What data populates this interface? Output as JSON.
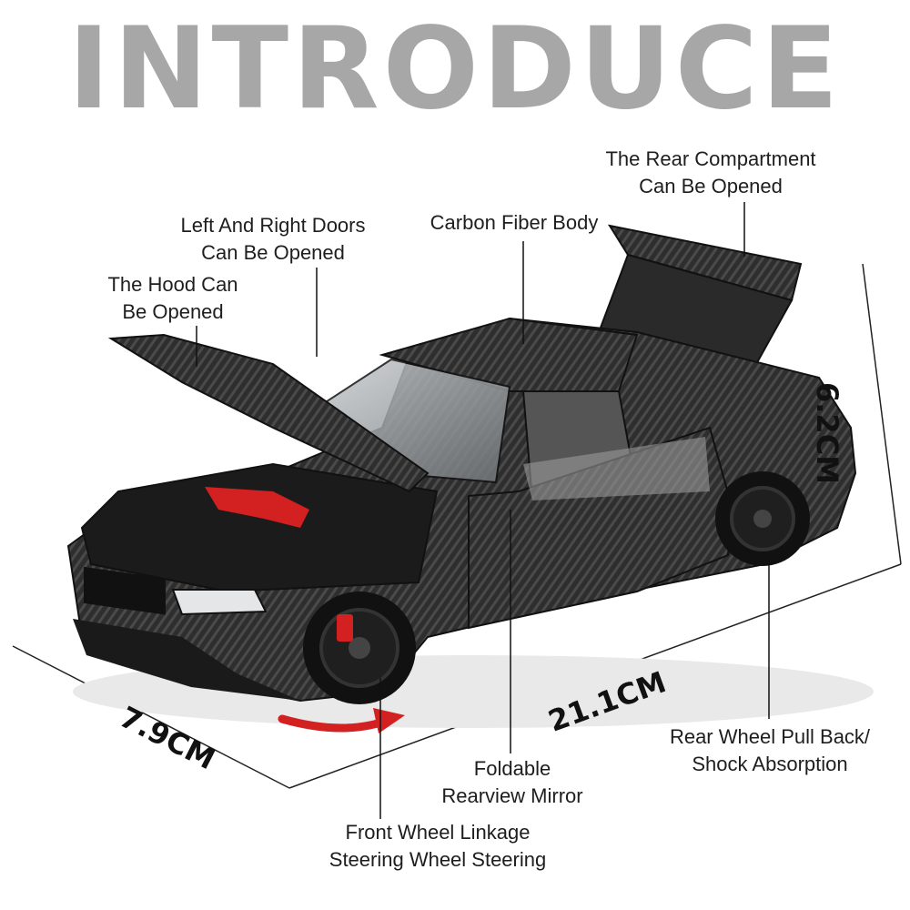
{
  "headline": "INTRODUCE",
  "callouts": {
    "rear_compartment": [
      "The Rear Compartment",
      "Can Be Opened"
    ],
    "doors": [
      "Left And Right Doors",
      "Can Be Opened"
    ],
    "carbon_body": [
      "Carbon Fiber Body"
    ],
    "hood": [
      "The Hood Can",
      "Be Opened"
    ],
    "rear_wheel": [
      "Rear Wheel Pull Back/",
      "Shock Absorption"
    ],
    "mirror": [
      "Foldable",
      "Rearview Mirror"
    ],
    "front_wheel": [
      "Front Wheel Linkage",
      "Steering Wheel Steering"
    ]
  },
  "dimensions": {
    "height": "6.2CM",
    "length": "21.1CM",
    "width": "7.9CM"
  },
  "colors": {
    "headline": "#a7a7a7",
    "body": "#2b2b2b",
    "accent_red": "#d32020"
  }
}
